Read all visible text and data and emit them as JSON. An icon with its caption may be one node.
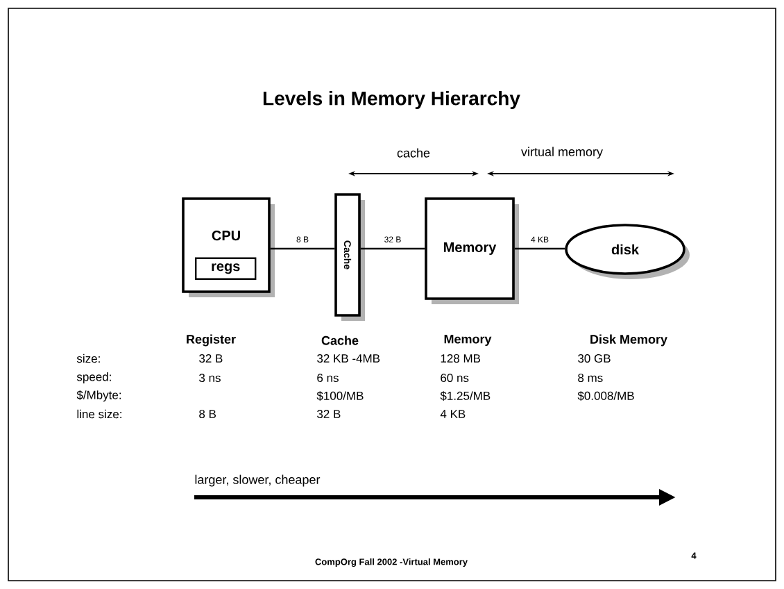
{
  "diagram": {
    "title": "Levels in Memory Hierarchy",
    "nodes": [
      {
        "text": [
          "CPU"
        ]
      },
      {
        "text": [
          "regs"
        ],
        "in": 0
      },
      {
        "text": [
          "Cache"
        ]
      },
      {
        "text": [
          "Memory"
        ]
      },
      {
        "text": [
          "disk"
        ]
      }
    ],
    "edges": [
      {
        "from": 0,
        "to": 2,
        "arrow": "none",
        "label": "8 B"
      },
      {
        "from": 2,
        "to": 3,
        "arrow": "none",
        "label": "32 B"
      },
      {
        "from": 3,
        "to": 4,
        "arrow": "none",
        "label": "4 KB"
      }
    ],
    "labels": [
      "cache",
      "virtual memory",
      "Register",
      "Cache",
      "Memory",
      "Disk Memory",
      "size:",
      "32 B",
      "32 KB -4MB",
      "128 MB",
      "30 GB",
      "speed:",
      "3 ns",
      "6 ns",
      "60 ns",
      "8 ms",
      "$/Mbyte:",
      "$100/MB",
      "$1.25/MB",
      "$0.008/MB",
      "line size:",
      "8 B",
      "32 B",
      "4 KB",
      "larger, slower, cheaper",
      "CompOrg Fall 2002 -Virtual Memory",
      "4"
    ]
  }
}
